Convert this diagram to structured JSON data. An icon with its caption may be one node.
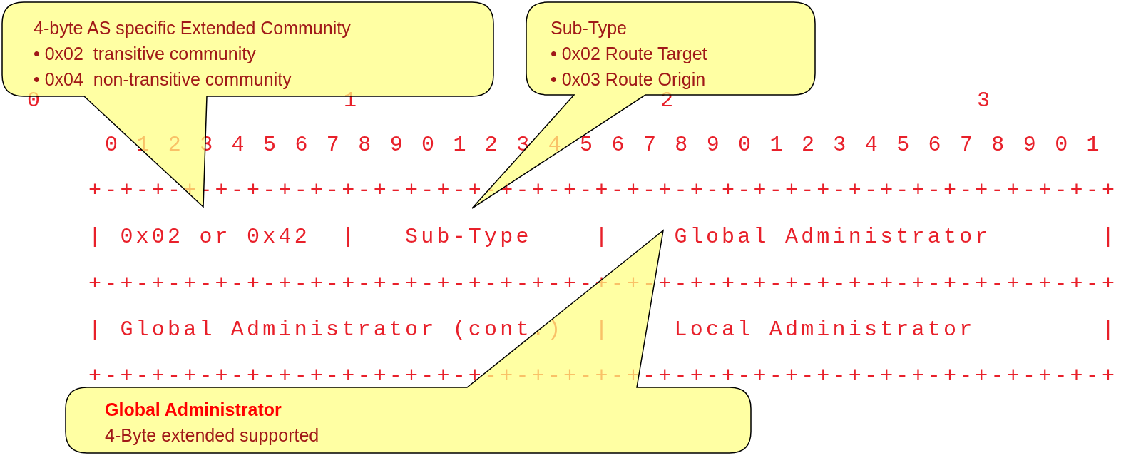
{
  "diagram": {
    "nodes": [
      {
        "text": [
          "4-byte AS specific Extended Community",
          "• 0x02  transitive community",
          "• 0x04  non-transitive community"
        ]
      },
      {
        "text": [
          "Sub-Type",
          "• 0x02 Route Target",
          "• 0x03 Route Origin"
        ]
      },
      {
        "text": [
          "Global Administrator",
          "4-Byte extended supported"
        ]
      }
    ],
    "labels": [
      "0",
      "1",
      "2",
      "3",
      "0 1 2 3 4 5 6 7 8 9 0 1 2 3 4 5 6 7 8 9 0 1 2 3 4 5 6 7 8 9 0 1",
      "+-+-+-+-+-+-+-+-+-+-+-+-+-+-+-+-+-+-+-+-+-+-+-+-+-+-+-+-+-+-+-+-+",
      "| 0x02 or 0x42  |   Sub-Type    |    Global Administrator       |",
      "+-+-+-+-+-+-+-+-+-+-+-+-+-+-+-+-+-+-+-+-+-+-+-+-+-+-+-+-+-+-+-+-+",
      "| Global Administrator (cont.)  |    Local Administrator        |",
      "+-+-+-+-+-+-+-+-+-+-+-+-+-+-+-+-+-+-+-+-+-+-+-+-+-+-+-+-+-+-+-+-+"
    ]
  }
}
